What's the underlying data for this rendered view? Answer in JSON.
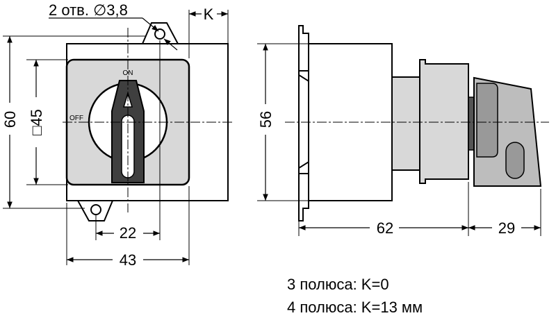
{
  "holes_label": "2 отв. ∅3,8",
  "dims": {
    "k": "K",
    "h60": "60",
    "sq45": "□45",
    "h56": "56",
    "w22": "22",
    "w43": "43",
    "w62": "62",
    "w29": "29"
  },
  "dial": {
    "on": "ON",
    "off": "OFF"
  },
  "notes": {
    "line1": "3 полюса: K=0",
    "line2": "4 полюса: K=13 мм"
  }
}
